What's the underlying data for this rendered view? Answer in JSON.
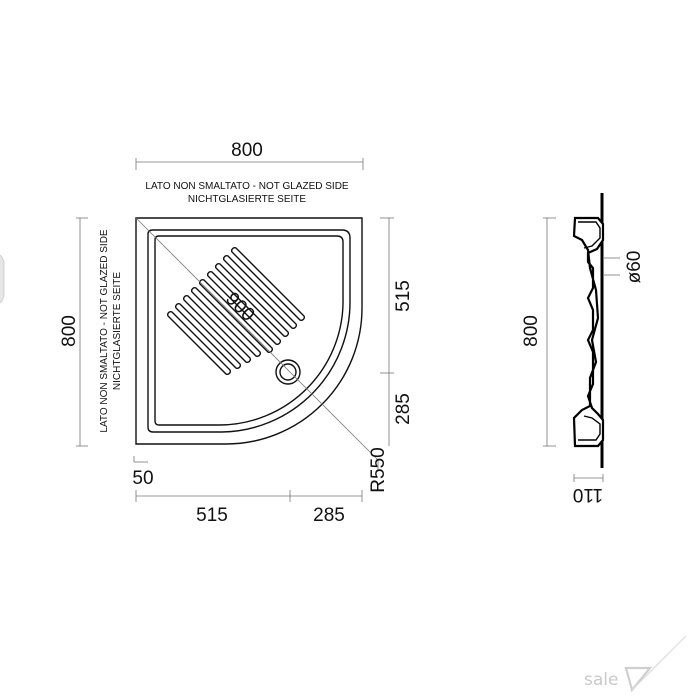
{
  "plan": {
    "width_label": "800",
    "height_label": "800",
    "note_top_line1": "LATO NON SMALTATO - NOT GLAZED SIDE",
    "note_top_line2": "NICHTGLASIERTE SEITE",
    "note_side_line1": "LATO NON SMALTATO - NOT GLAZED SIDE",
    "note_side_line2": "NICHTGLASIERTE SEITE",
    "diagonal_label": "900",
    "right_upper_label": "515",
    "right_lower_label": "285",
    "rim_label": "50",
    "radius_label": "R550",
    "bottom_left_label": "515",
    "bottom_right_label": "285"
  },
  "section": {
    "height_label": "800",
    "drain_label": "ø60",
    "depth_label": "110"
  },
  "brand": {
    "logo_text": "sale",
    "logo_color": "#c9c9c9"
  }
}
